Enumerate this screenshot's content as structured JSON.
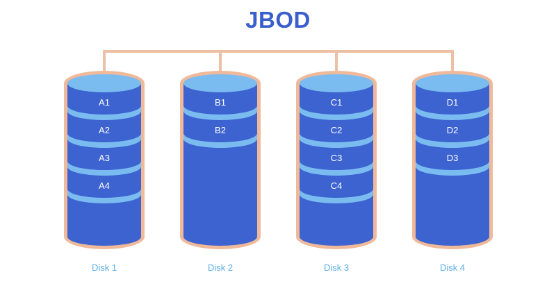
{
  "title": "JBOD",
  "colors": {
    "title": "#3a5fcd",
    "border": "#f0b99a",
    "bar": "#edc0a5",
    "disk_body": "#3d63d1",
    "disk_top": "#7bbcf0",
    "text": "#ffffff",
    "disk_label": "#5aaeea"
  },
  "disks": [
    {
      "label": "Disk 1",
      "blocks": [
        "A1",
        "A2",
        "A3",
        "A4"
      ]
    },
    {
      "label": "Disk 2",
      "blocks": [
        "B1",
        "B2"
      ]
    },
    {
      "label": "Disk 3",
      "blocks": [
        "C1",
        "C2",
        "C3",
        "C4"
      ]
    },
    {
      "label": "Disk 4",
      "blocks": [
        "D1",
        "D2",
        "D3"
      ]
    }
  ]
}
